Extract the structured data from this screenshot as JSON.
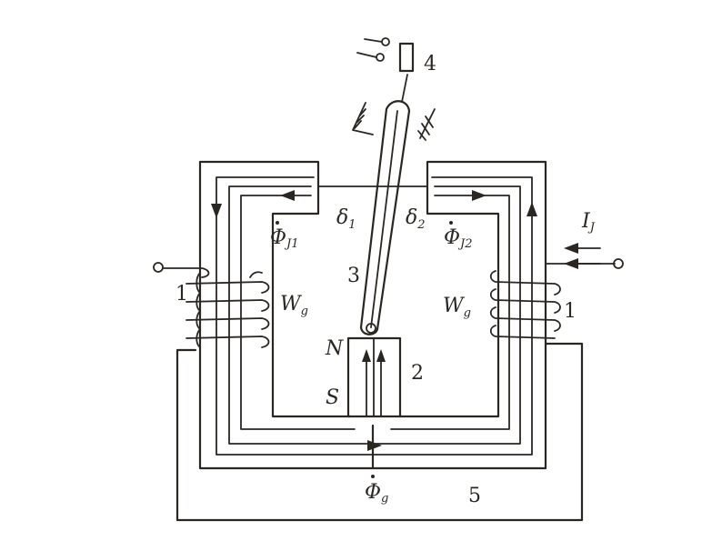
{
  "labels": {
    "contact": "4",
    "armature": "3",
    "magnet": "2",
    "coil_left": "1",
    "coil_right": "1",
    "bypass_core": "5",
    "north_pole": "N",
    "south_pole": "S",
    "gap_left": "δ",
    "gap_left_sub": "1",
    "gap_right": "δ",
    "gap_right_sub": "2",
    "winding_left": "W",
    "winding_left_sub": "g",
    "winding_right": "W",
    "winding_right_sub": "g",
    "flux_left": "Φ",
    "flux_left_sub": "J1",
    "flux_right": "Φ",
    "flux_right_sub": "J2",
    "flux_bottom": "Φ",
    "flux_bottom_sub": "g",
    "current": "I",
    "current_sub": "J"
  },
  "colors": {
    "ink": "#2a2622",
    "background": "#ffffff"
  }
}
